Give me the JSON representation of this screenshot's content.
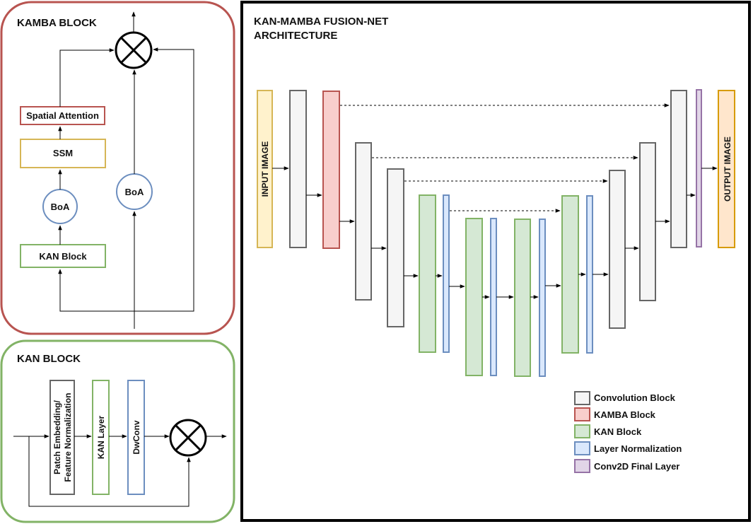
{
  "kamba_block": {
    "title": "KAMBA BLOCK",
    "spatial_attention": "Spatial Attention",
    "ssm": "SSM",
    "boa_left": "BoA",
    "boa_right": "BoA",
    "kan_block": "KAN Block"
  },
  "kan_block_panel": {
    "title": "KAN BLOCK",
    "patch_line1": "Patch Embedding/",
    "patch_line2": "Feature Normalization",
    "kan_layer": "KAN Layer",
    "dwconv": "DwConv"
  },
  "main": {
    "title_line1": "KAN-MAMBA FUSION-NET",
    "title_line2": "ARCHITECTURE",
    "input_label": "INPUT IMAGE",
    "output_label": "OUTPUT IMAGE"
  },
  "legend": [
    {
      "label": "Convolution Block",
      "fill": "#f5f5f5",
      "stroke": "#666666"
    },
    {
      "label": "KAMBA Block",
      "fill": "#f8cecc",
      "stroke": "#b85450"
    },
    {
      "label": "KAN Block",
      "fill": "#d5e8d4",
      "stroke": "#82b366"
    },
    {
      "label": "Layer Normalization",
      "fill": "#dae8fc",
      "stroke": "#6c8ebf"
    },
    {
      "label": "Conv2D Final Layer",
      "fill": "#e1d5e7",
      "stroke": "#9673a6"
    }
  ],
  "colors": {
    "kamba_panel_border": "#b85450",
    "kan_panel_border": "#82b366",
    "input_fill": "#fff2cc",
    "input_stroke": "#d6b656",
    "output_fill": "#ffe6cc",
    "output_stroke": "#d79b00"
  }
}
